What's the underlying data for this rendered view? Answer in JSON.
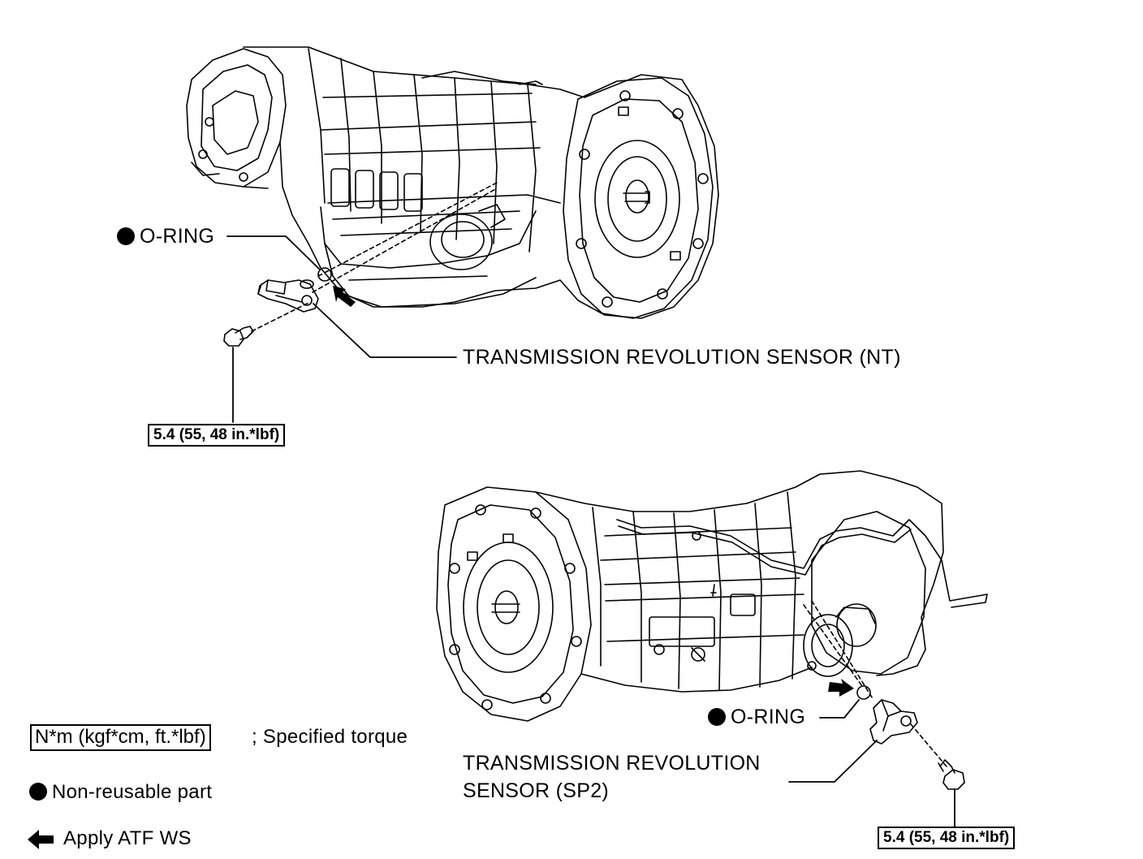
{
  "upper": {
    "oring_label": "O-RING",
    "sensor_label": "TRANSMISSION REVOLUTION SENSOR",
    "sensor_suffix": "(NT)",
    "torque": "5.4 (55, 48 in.*lbf)"
  },
  "lower": {
    "oring_label": "O-RING",
    "sensor_label_line1": "TRANSMISSION REVOLUTION",
    "sensor_label_line2": "SENSOR (SP2)",
    "torque": "5.4 (55, 48 in.*lbf)"
  },
  "legend": {
    "torque_unit": "N*m (kgf*cm, ft.*lbf)",
    "torque_desc": "; Specified torque",
    "nonreusable": "Non-reusable part",
    "apply": "Apply ATF WS"
  },
  "icons": {
    "nonreusable": "filled-circle-icon",
    "apply": "arrow-left-icon"
  }
}
